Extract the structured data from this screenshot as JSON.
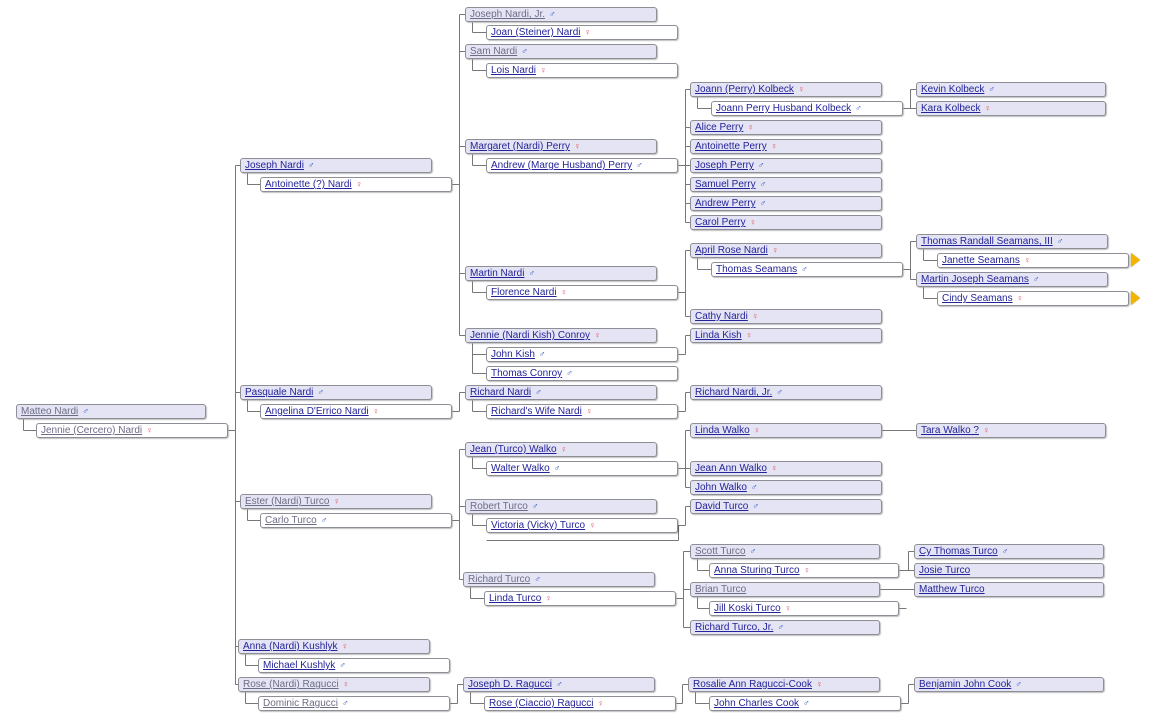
{
  "colors": {
    "primary_fill": "#e4e4f4",
    "spouse_fill": "#ffffff",
    "border": "#8e8e96",
    "line": "#777777",
    "name_text": "#24249a",
    "male_symbol": "#3a5bc8",
    "female_symbol": "#e04a5a",
    "expand_arrow": "#f3b400"
  },
  "symbols": {
    "male": "♂",
    "female": "♀"
  },
  "expand_icon": "play-arrow-icon",
  "nodes": [
    {
      "id": "n1",
      "name": "Matteo Nardi",
      "sex": "m",
      "kind": "p",
      "dim": true
    },
    {
      "id": "n2",
      "name": "Jennie (Cercero) Nardi",
      "sex": "f",
      "kind": "s",
      "dim": true
    },
    {
      "id": "n3",
      "name": "Joseph Nardi",
      "sex": "m",
      "kind": "p"
    },
    {
      "id": "n4",
      "name": "Antoinette (?) Nardi",
      "sex": "f",
      "kind": "s"
    },
    {
      "id": "n5",
      "name": "Joseph Nardi, Jr.",
      "sex": "m",
      "kind": "p",
      "dim": true
    },
    {
      "id": "n6",
      "name": "Joan (Steiner) Nardi",
      "sex": "f",
      "kind": "s"
    },
    {
      "id": "n7",
      "name": "Sam Nardi",
      "sex": "m",
      "kind": "p",
      "dim": true
    },
    {
      "id": "n8",
      "name": "Lois Nardi",
      "sex": "f",
      "kind": "s"
    },
    {
      "id": "n9",
      "name": "Margaret (Nardi) Perry",
      "sex": "f",
      "kind": "p"
    },
    {
      "id": "n10",
      "name": "Andrew (Marge Husband) Perry",
      "sex": "m",
      "kind": "s"
    },
    {
      "id": "n11",
      "name": "Joann (Perry) Kolbeck",
      "sex": "f",
      "kind": "p"
    },
    {
      "id": "n12",
      "name": "Joann Perry Husband Kolbeck",
      "sex": "m",
      "kind": "s"
    },
    {
      "id": "n13",
      "name": "Kevin Kolbeck",
      "sex": "m",
      "kind": "p"
    },
    {
      "id": "n14",
      "name": "Kara Kolbeck",
      "sex": "f",
      "kind": "p"
    },
    {
      "id": "n15",
      "name": "Alice Perry",
      "sex": "f",
      "kind": "p"
    },
    {
      "id": "n16",
      "name": "Antoinette Perry",
      "sex": "f",
      "kind": "p"
    },
    {
      "id": "n17",
      "name": "Joseph Perry",
      "sex": "m",
      "kind": "p"
    },
    {
      "id": "n18",
      "name": "Samuel Perry",
      "sex": "m",
      "kind": "p"
    },
    {
      "id": "n19",
      "name": "Andrew Perry",
      "sex": "m",
      "kind": "p"
    },
    {
      "id": "n20",
      "name": "Carol Perry",
      "sex": "f",
      "kind": "p"
    },
    {
      "id": "n21",
      "name": "Martin Nardi",
      "sex": "m",
      "kind": "p"
    },
    {
      "id": "n22",
      "name": "Florence Nardi",
      "sex": "f",
      "kind": "s"
    },
    {
      "id": "n23",
      "name": "April Rose Nardi",
      "sex": "f",
      "kind": "p"
    },
    {
      "id": "n24",
      "name": "Thomas Seamans",
      "sex": "m",
      "kind": "s"
    },
    {
      "id": "n25",
      "name": "Thomas Randall Seamans, III",
      "sex": "m",
      "kind": "p"
    },
    {
      "id": "n26",
      "name": "Janette Seamans",
      "sex": "f",
      "kind": "s",
      "more": true
    },
    {
      "id": "n27",
      "name": "Martin Joseph Seamans",
      "sex": "m",
      "kind": "p"
    },
    {
      "id": "n28",
      "name": "Cindy Seamans",
      "sex": "f",
      "kind": "s",
      "more": true
    },
    {
      "id": "n29",
      "name": "Cathy Nardi",
      "sex": "f",
      "kind": "p"
    },
    {
      "id": "n30",
      "name": "Jennie (Nardi Kish) Conroy",
      "sex": "f",
      "kind": "p"
    },
    {
      "id": "n31",
      "name": "John Kish",
      "sex": "m",
      "kind": "s"
    },
    {
      "id": "n32",
      "name": "Thomas Conroy",
      "sex": "m",
      "kind": "s"
    },
    {
      "id": "n33",
      "name": "Linda Kish",
      "sex": "f",
      "kind": "p"
    },
    {
      "id": "n34",
      "name": "Pasquale Nardi",
      "sex": "m",
      "kind": "p"
    },
    {
      "id": "n35",
      "name": "Angelina D'Errico Nardi",
      "sex": "f",
      "kind": "s"
    },
    {
      "id": "n36",
      "name": "Richard Nardi",
      "sex": "m",
      "kind": "p"
    },
    {
      "id": "n37",
      "name": "Richard's Wife Nardi",
      "sex": "f",
      "kind": "s"
    },
    {
      "id": "n38",
      "name": "Richard Nardi, Jr.",
      "sex": "m",
      "kind": "p"
    },
    {
      "id": "n39",
      "name": "Jean (Turco) Walko",
      "sex": "f",
      "kind": "p"
    },
    {
      "id": "n40",
      "name": "Walter Walko",
      "sex": "m",
      "kind": "s"
    },
    {
      "id": "n41",
      "name": "Linda Walko",
      "sex": "f",
      "kind": "p"
    },
    {
      "id": "n42",
      "name": "Tara Walko ?",
      "sex": "f",
      "kind": "p"
    },
    {
      "id": "n43",
      "name": "Jean Ann Walko",
      "sex": "f",
      "kind": "p"
    },
    {
      "id": "n44",
      "name": "John Walko",
      "sex": "m",
      "kind": "p"
    },
    {
      "id": "n45",
      "name": "Ester (Nardi) Turco",
      "sex": "f",
      "kind": "p",
      "dim": true
    },
    {
      "id": "n46",
      "name": "Carlo Turco",
      "sex": "m",
      "kind": "s",
      "dim": true
    },
    {
      "id": "n47",
      "name": "Robert Turco",
      "sex": "m",
      "kind": "p",
      "dim": true
    },
    {
      "id": "n48",
      "name": "Victoria (Vicky) Turco",
      "sex": "f",
      "kind": "s"
    },
    {
      "id": "n49",
      "name": "David Turco",
      "sex": "m",
      "kind": "p"
    },
    {
      "id": "n50",
      "name": "Richard Turco",
      "sex": "m",
      "kind": "p",
      "dim": true
    },
    {
      "id": "n51",
      "name": "Linda Turco",
      "sex": "f",
      "kind": "s"
    },
    {
      "id": "n52",
      "name": "Scott Turco",
      "sex": "m",
      "kind": "p",
      "dim": true
    },
    {
      "id": "n53",
      "name": "Anna Sturing Turco",
      "sex": "f",
      "kind": "s"
    },
    {
      "id": "n54",
      "name": "Cy Thomas Turco",
      "sex": "m",
      "kind": "p"
    },
    {
      "id": "n55",
      "name": "Josie Turco",
      "sex": "",
      "kind": "p"
    },
    {
      "id": "n56",
      "name": "Brian Turco",
      "sex": "",
      "kind": "p",
      "dim": true
    },
    {
      "id": "n57",
      "name": "Matthew Turco",
      "sex": "",
      "kind": "p"
    },
    {
      "id": "n58",
      "name": "Jill Koski Turco",
      "sex": "f",
      "kind": "s"
    },
    {
      "id": "n59",
      "name": "Richard Turco, Jr.",
      "sex": "m",
      "kind": "p"
    },
    {
      "id": "n60",
      "name": "Anna (Nardi) Kushlyk",
      "sex": "f",
      "kind": "p"
    },
    {
      "id": "n61",
      "name": "Michael Kushlyk",
      "sex": "m",
      "kind": "s"
    },
    {
      "id": "n62",
      "name": "Rose (Nardi) Ragucci",
      "sex": "f",
      "kind": "p",
      "dim": true
    },
    {
      "id": "n63",
      "name": "Dominic Ragucci",
      "sex": "m",
      "kind": "s",
      "dim": true
    },
    {
      "id": "n64",
      "name": "Joseph D. Ragucci",
      "sex": "m",
      "kind": "p"
    },
    {
      "id": "n65",
      "name": "Rose (Ciaccio) Ragucci",
      "sex": "f",
      "kind": "s"
    },
    {
      "id": "n66",
      "name": "Rosalie Ann Ragucci-Cook",
      "sex": "f",
      "kind": "p"
    },
    {
      "id": "n67",
      "name": "John Charles Cook",
      "sex": "m",
      "kind": "s"
    },
    {
      "id": "n68",
      "name": "Benjamin John Cook",
      "sex": "m",
      "kind": "p"
    }
  ]
}
